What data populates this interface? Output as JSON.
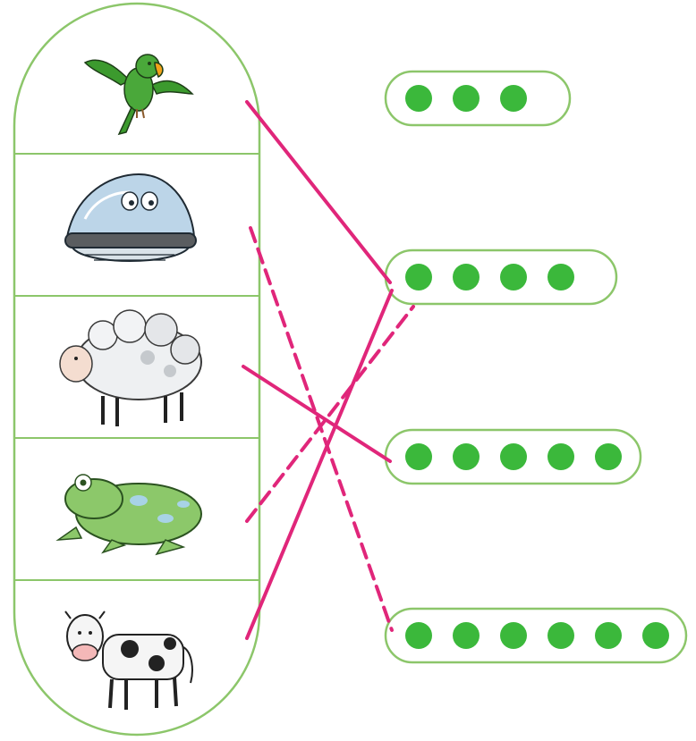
{
  "worksheet": {
    "colors": {
      "outline": "#8cc66a",
      "dot": "#3bb83b",
      "line": "#e0267a",
      "line_alt": "#e0267a"
    },
    "animals": [
      {
        "name": "parrot",
        "icon": "parrot-icon"
      },
      {
        "name": "shell",
        "icon": "shell-icon"
      },
      {
        "name": "sheep",
        "icon": "sheep-icon"
      },
      {
        "name": "frog",
        "icon": "frog-icon"
      },
      {
        "name": "cow",
        "icon": "cow-icon"
      }
    ],
    "dot_groups": [
      {
        "count": 3
      },
      {
        "count": 4
      },
      {
        "count": 5
      },
      {
        "count": 6
      }
    ],
    "connections": [
      {
        "from": "parrot",
        "to_count": 4,
        "style": "solid"
      },
      {
        "from": "shell",
        "to_count": 6,
        "style": "dashed"
      },
      {
        "from": "sheep",
        "to_count": 5,
        "style": "solid"
      },
      {
        "from": "frog",
        "to_count": 4,
        "style": "dashed"
      },
      {
        "from": "cow",
        "to_count": 4,
        "style": "solid"
      }
    ]
  }
}
